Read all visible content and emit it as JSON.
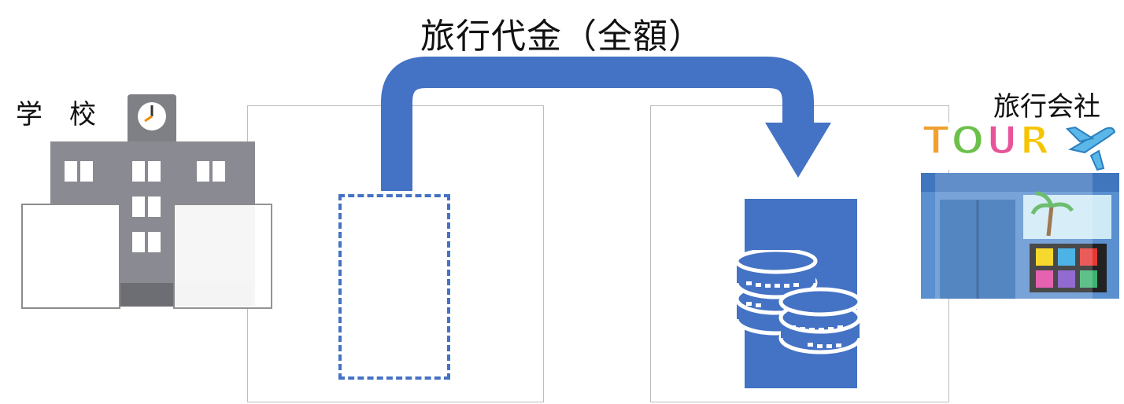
{
  "diagram": {
    "title": "旅行代金（全額）",
    "school_label": "学　校",
    "agency_label": "旅行会社",
    "agency_sign": "TOUR",
    "colors": {
      "accent": "#4472c4",
      "panel_border": "#bdbdbd",
      "building_gray": "#7f7f86",
      "sign_letters": [
        "#f0a030",
        "#6cc04a",
        "#e8549a",
        "#f5c400"
      ]
    },
    "icons": [
      "school-building-icon",
      "clock-icon",
      "travel-agency-storefront-icon",
      "airplane-icon",
      "coin-stack-icon",
      "palm-tree-icon"
    ]
  }
}
